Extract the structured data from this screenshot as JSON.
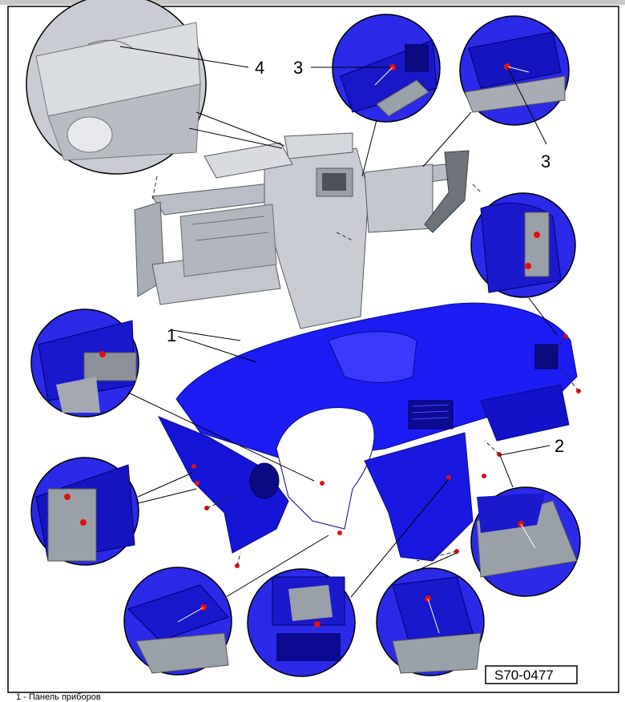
{
  "callouts": {
    "c1": "1",
    "c2": "2",
    "c3a": "3",
    "c3b": "3",
    "c4": "4"
  },
  "figure_code": "S70-0477",
  "caption": "1 - Панель приборов",
  "colors": {
    "dashboard": "#1a1aff",
    "dashboard_dark": "#0b0bb0",
    "frame_gray": "#c8ccd2",
    "frame_dark": "#8c9199",
    "screw": "#e01010",
    "border": "#000000"
  }
}
